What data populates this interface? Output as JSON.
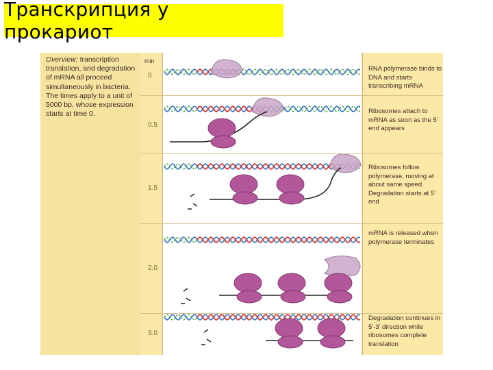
{
  "title": "Транскрипция у прокариот",
  "overview": {
    "heading": "Overview:",
    "text": "transcription translation, and degradation of mRNA all proceed simultaneously in bacteria. The times apply to a unit of 5000 bp, whose expression starts at time 0."
  },
  "time_header": "min",
  "stages": [
    {
      "time": "0",
      "description": "RNA polymerase binds to DNA and starts transcribing mRNA"
    },
    {
      "time": "0.5",
      "description": "Ribosomes attach to mRNA as soon as the 5' end appears"
    },
    {
      "time": "1.5",
      "description": "Ribosomes follow polymerase, moving at about same speed. Degradation starts at 5' end"
    },
    {
      "time": "2.0",
      "description": "mRNA is released when polymerase terminates"
    },
    {
      "time": "3.0",
      "description": "Degradation continues in 5'-3' direction while ribosomes complete translation"
    }
  ],
  "colors": {
    "title_bg": "#ffff00",
    "panel_bg": "#fce8a7",
    "dna_red": "#d63a3a",
    "dna_blue": "#2a6fbf",
    "dna_green": "#3a9a3a",
    "ribosome": "#b4569a",
    "polymerase": "#c9a6c8"
  }
}
